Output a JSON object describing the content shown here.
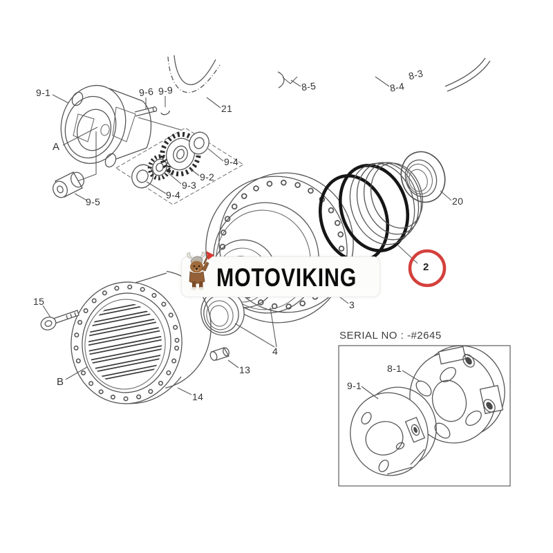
{
  "diagram": {
    "watermark": "MOTOVIKING",
    "serial_note": "SERIAL NO : -#2645",
    "highlighted_part": "2",
    "part_labels": [
      {
        "text": "9-1"
      },
      {
        "text": "A"
      },
      {
        "text": "9-5"
      },
      {
        "text": "9-6"
      },
      {
        "text": "9-9"
      },
      {
        "text": "21"
      },
      {
        "text": "8-5"
      },
      {
        "text": "8-4"
      },
      {
        "text": "8-3"
      },
      {
        "text": "9-4"
      },
      {
        "text": "9-2"
      },
      {
        "text": "9-3"
      },
      {
        "text": "9-4"
      },
      {
        "text": "20"
      },
      {
        "text": "2"
      },
      {
        "text": "3"
      },
      {
        "text": "4"
      },
      {
        "text": "15"
      },
      {
        "text": "B"
      },
      {
        "text": "13"
      },
      {
        "text": "14"
      },
      {
        "text": "8-1"
      },
      {
        "text": "9-1"
      }
    ]
  },
  "colors": {
    "line": "#555555",
    "bold_line": "#161616",
    "highlight": "#d4403c",
    "label_text": "#333333",
    "watermark_band": "#fcfcfa",
    "mascot_red": "#d63c33",
    "mascot_brown": "#936038"
  },
  "icons": {
    "mascot": "viking-dog-axe-icon",
    "highlight_marker": "red-circle-callout"
  }
}
